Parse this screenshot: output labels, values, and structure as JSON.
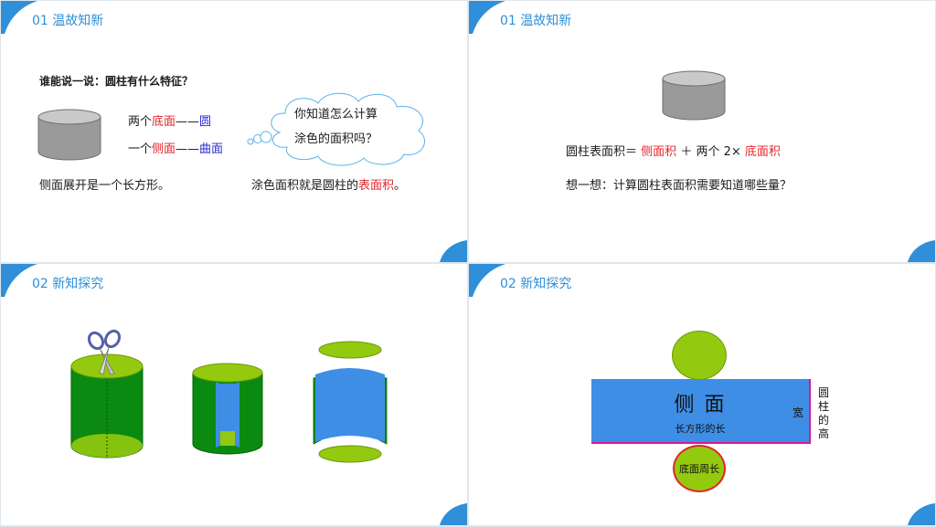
{
  "slides": [
    {
      "section": "01 温故知新",
      "question": "谁能说一说：圆柱有什么特征？",
      "line1": {
        "prefix": "两个",
        "hl": "底面",
        "dash": "——",
        "end": "圆"
      },
      "line2": {
        "prefix": "一个",
        "hl": "侧面",
        "dash": "——",
        "end": "曲面"
      },
      "cloud_line1": "你知道怎么计算",
      "cloud_line2": "涂色的面积吗？",
      "unfold_text": "侧面展开是一个长方形。",
      "area_text": "涂色面积就是圆柱的",
      "area_hl": "表面积",
      "area_end": "。"
    },
    {
      "section": "01 温故知新",
      "formula_prefix": "圆柱表面积＝",
      "formula_side": "侧面积",
      "formula_mid": "＋ 两个 2×",
      "formula_base": "底面积",
      "think": "想一想：计算圆柱表面积需要知道哪些量？"
    },
    {
      "section": "02 新知探究"
    },
    {
      "section": "02 新知探究",
      "rect_title": "侧  面",
      "rect_sub": "长方形的长",
      "rect_side": "宽",
      "height_label": "圆柱的高",
      "circle_label": "底面周长"
    }
  ],
  "colors": {
    "accent": "#2f8fd8",
    "green_dark": "#0a8a10",
    "lime": "#93c90e",
    "blue_face": "#3f8ee6",
    "red": "#e3262b",
    "gray": "#9a9a9a"
  }
}
